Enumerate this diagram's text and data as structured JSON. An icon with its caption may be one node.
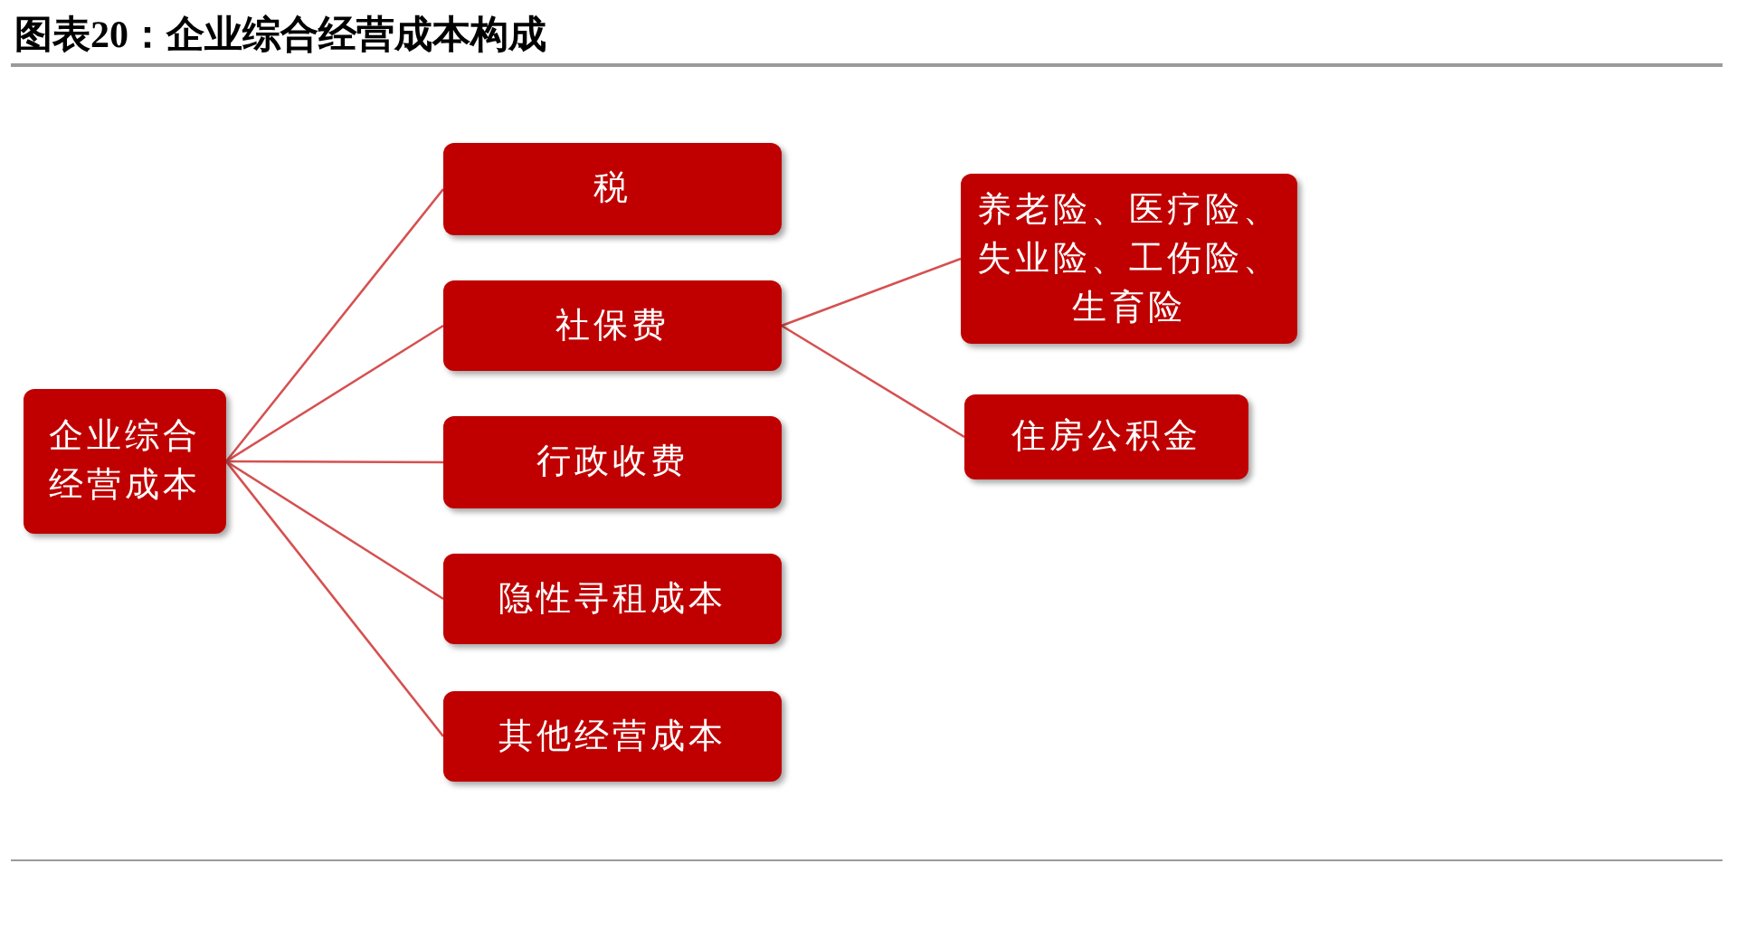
{
  "diagram": {
    "title": "图表20：企业综合经营成本构成",
    "nodes": [
      {
        "text": [
          "企业综合经营成本"
        ]
      },
      {
        "text": [
          "税"
        ]
      },
      {
        "text": [
          "社保费"
        ]
      },
      {
        "text": [
          "行政收费"
        ]
      },
      {
        "text": [
          "隐性寻租成本"
        ]
      },
      {
        "text": [
          "其他经营成本"
        ]
      },
      {
        "text": [
          "养老险、医疗险、失业险、工伤险、生育险"
        ]
      },
      {
        "text": [
          "住房公积金"
        ]
      }
    ],
    "edges": [
      {
        "from": 0,
        "to": 1,
        "arrow": "none"
      },
      {
        "from": 0,
        "to": 2,
        "arrow": "none"
      },
      {
        "from": 0,
        "to": 3,
        "arrow": "none"
      },
      {
        "from": 0,
        "to": 4,
        "arrow": "none"
      },
      {
        "from": 0,
        "to": 5,
        "arrow": "none"
      },
      {
        "from": 2,
        "to": 6,
        "arrow": "none"
      },
      {
        "from": 2,
        "to": 7,
        "arrow": "none"
      }
    ]
  }
}
